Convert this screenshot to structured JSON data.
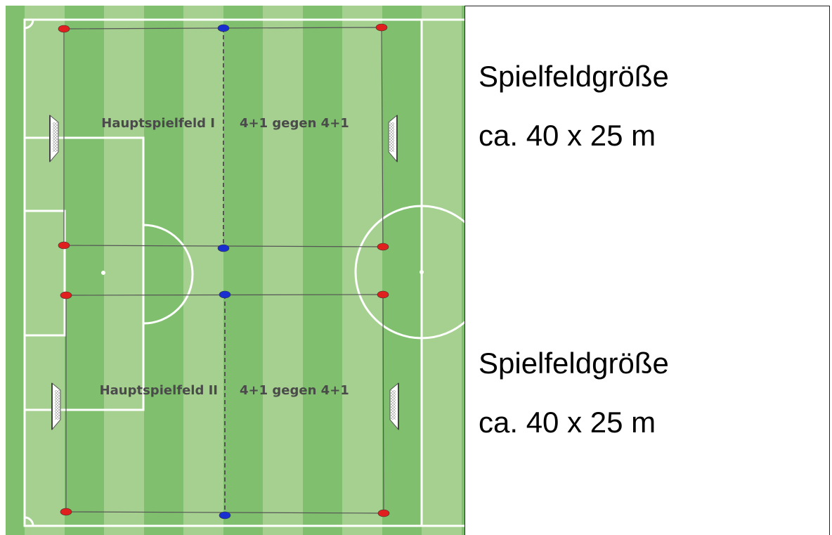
{
  "colors": {
    "grass_dark": "#7fbf6e",
    "grass_light": "#a5d08f",
    "field_line": "#ffffff",
    "marker_red": "#e0201e",
    "marker_blue": "#1a2fd0",
    "rope": "#555555"
  },
  "fields": [
    {
      "name": "Hauptspielfeld I",
      "format": "4+1 gegen 4+1"
    },
    {
      "name": "Hauptspielfeld II",
      "format": "4+1 gegen 4+1"
    }
  ],
  "info": [
    {
      "title": "Spielfeldgröße",
      "size": "ca. 40 x 25 m"
    },
    {
      "title": "Spielfeldgröße",
      "size": "ca. 40 x 25 m"
    }
  ],
  "icons": {
    "goal": "goal-icon",
    "marker": "cone-marker-icon"
  }
}
